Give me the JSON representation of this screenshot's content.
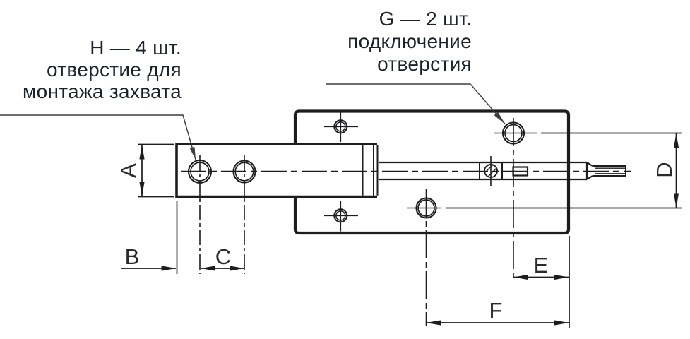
{
  "drawing": {
    "title": "pneumatic slide cylinder dimensional drawing",
    "colors": {
      "background": "#ffffff",
      "outline": "#1d1d1f",
      "leader": "#3d3d3f",
      "text": "#1c222a",
      "dim_text": "#2a2a2c"
    },
    "annotations": {
      "mount_holes": {
        "lines": [
          "H — 4 шт.",
          "отверстие для",
          "монтажа захвата"
        ]
      },
      "port_holes": {
        "lines": [
          "G — 2 шт.",
          "подключение",
          "отверстия"
        ]
      }
    },
    "dimension_labels": {
      "A": "A",
      "B": "B",
      "C": "C",
      "D": "D",
      "E": "E",
      "F": "F"
    }
  }
}
